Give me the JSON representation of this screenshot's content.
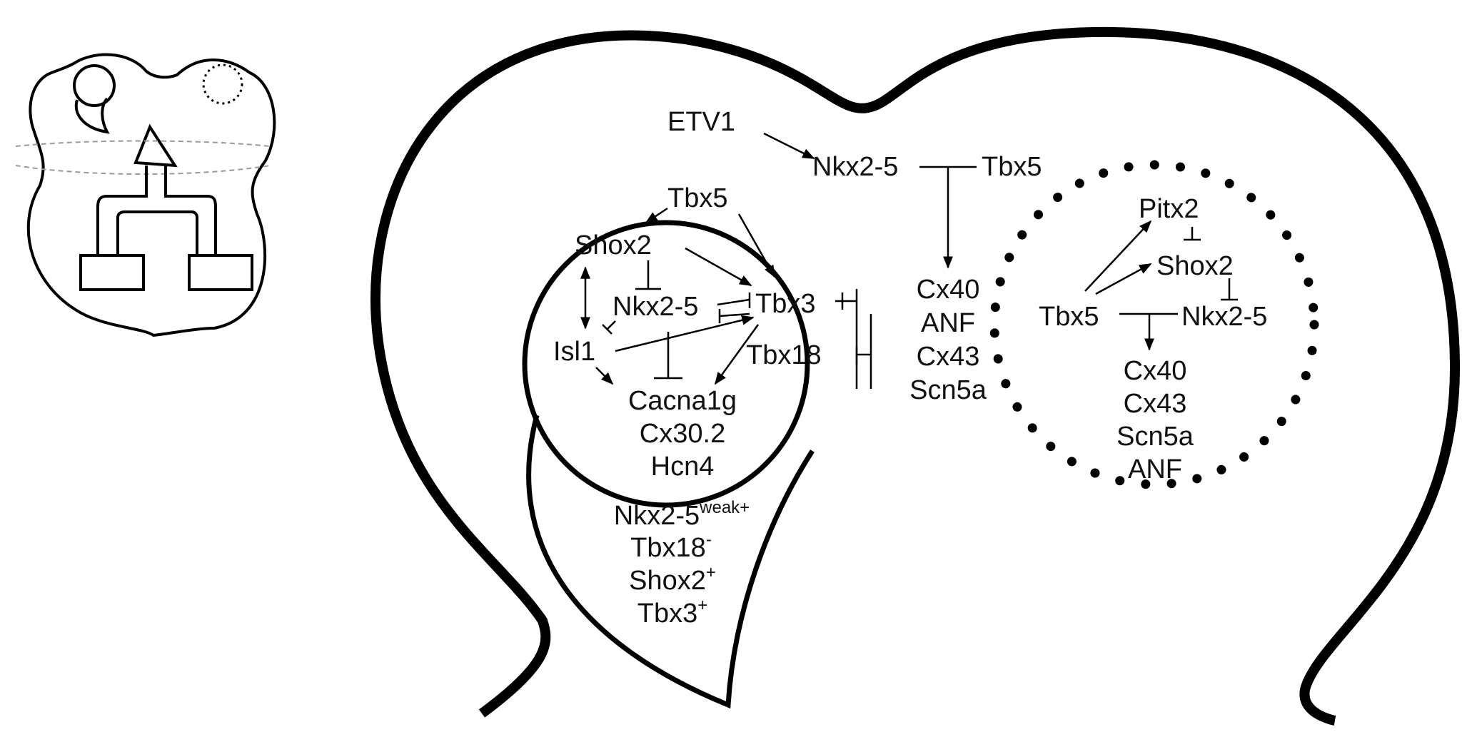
{
  "colors": {
    "stroke": "#000000",
    "guide": "#9a9a9a",
    "background": "#ffffff"
  },
  "top": {
    "etv1": "ETV1",
    "nkx25": "Nkx2-5",
    "tbx5": "Tbx5"
  },
  "center_targets": [
    "Cx40",
    "ANF",
    "Cx43",
    "Scn5a"
  ],
  "san": {
    "tbx5": "Tbx5",
    "shox2": "Shox2",
    "nkx25": "Nkx2-5",
    "tbx3": "Tbx3",
    "isl1": "Isl1",
    "tbx18": "Tbx18",
    "targets": [
      "Cacna1g",
      "Cx30.2",
      "Hcn4"
    ]
  },
  "tail": [
    {
      "base": "Nkx2-5",
      "sup": "weak+"
    },
    {
      "base": "Tbx18",
      "sup": "-"
    },
    {
      "base": "Shox2",
      "sup": "+"
    },
    {
      "base": "Tbx3",
      "sup": "+"
    }
  ],
  "left_atrium": {
    "pitx2": "Pitx2",
    "shox2": "Shox2",
    "tbx5": "Tbx5",
    "nkx25": "Nkx2-5",
    "targets": [
      "Cx40",
      "Cx43",
      "Scn5a",
      "ANF"
    ]
  }
}
